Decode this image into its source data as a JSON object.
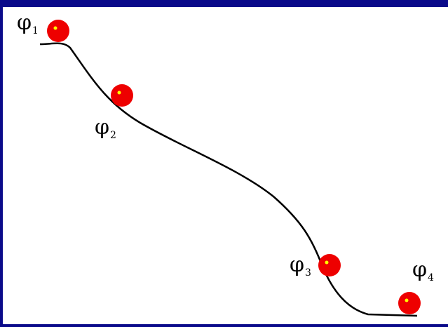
{
  "colors": {
    "border": "#0a0a8a",
    "curve": "#000000",
    "ball": "#ee0000",
    "ball_highlight": "#ffff00",
    "background": "#ffffff"
  },
  "labels": [
    {
      "symbol": "φ",
      "subscript": "1"
    },
    {
      "symbol": "φ",
      "subscript": "2"
    },
    {
      "symbol": "φ",
      "subscript": "3"
    },
    {
      "symbol": "φ",
      "subscript": "4"
    }
  ]
}
